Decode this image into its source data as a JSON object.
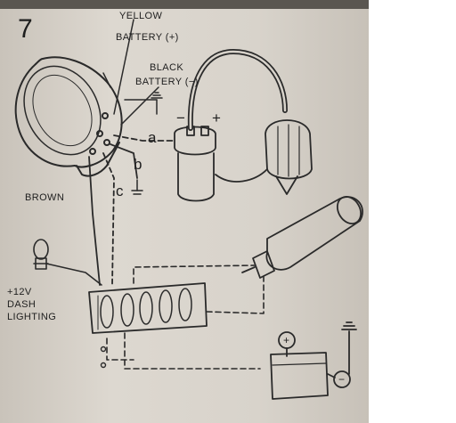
{
  "figure_number": "7",
  "labels": {
    "yellow": "YELLOW",
    "battery_pos": "BATTERY (+)",
    "black": "BLACK",
    "battery_neg": "BATTERY (−)",
    "brown": "BROWN",
    "dash_12v": "+12V",
    "dash": "DASH",
    "lighting": "LIGHTING",
    "terminal_a": "a",
    "terminal_b": "b",
    "terminal_c": "c",
    "coil_minus": "−",
    "coil_plus": "+",
    "battery_plus_symbol": "+",
    "battery_minus_symbol": "−"
  }
}
